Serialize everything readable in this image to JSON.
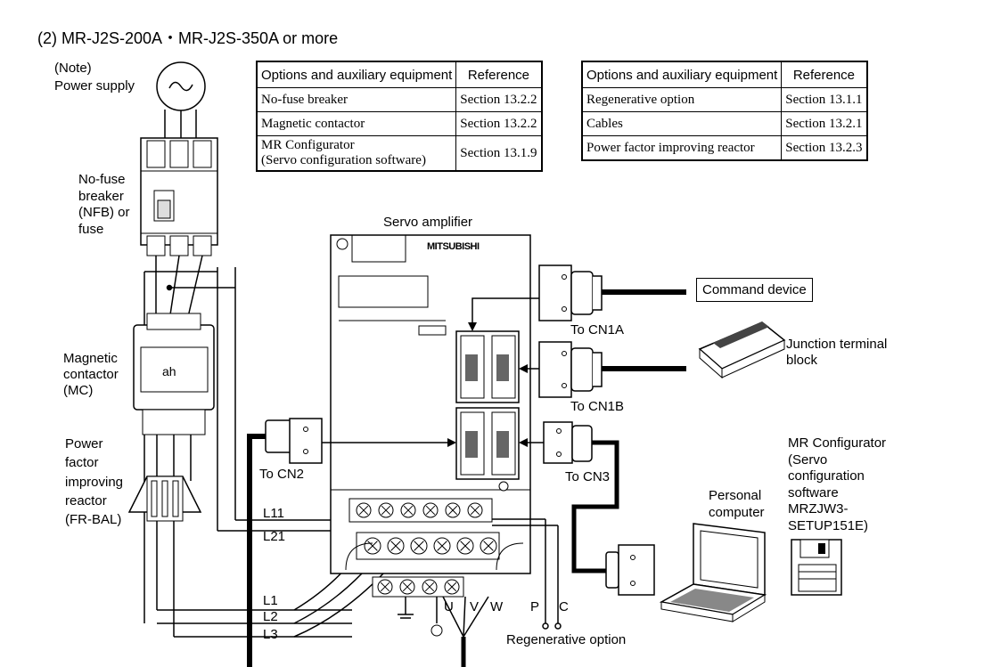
{
  "title": "(2) MR-J2S-200A・MR-J2S-350A or more",
  "table1": {
    "headers": [
      "Options and auxiliary equipment",
      "Reference"
    ],
    "rows": [
      {
        "item": "No-fuse breaker",
        "ref": "Section 13.2.2"
      },
      {
        "item": "Magnetic contactor",
        "ref": "Section 13.2.2"
      },
      {
        "item": "MR Configurator",
        "item2": "(Servo configuration software)",
        "ref": "Section 13.1.9"
      }
    ]
  },
  "table2": {
    "headers": [
      "Options and auxiliary equipment",
      "Reference"
    ],
    "rows": [
      {
        "item": "Regenerative option",
        "ref": "Section 13.1.1"
      },
      {
        "item": "Cables",
        "ref": "Section 13.2.1"
      },
      {
        "item": "Power factor improving reactor",
        "ref": "Section 13.2.3"
      }
    ]
  },
  "labels": {
    "note": "(Note)",
    "power_supply": "Power supply",
    "nfb": [
      "No-fuse",
      "breaker",
      "(NFB) or",
      "fuse"
    ],
    "mc": [
      "Magnetic",
      "contactor",
      "(MC)"
    ],
    "reactor": [
      "Power",
      "factor",
      "improving",
      "reactor",
      "(FR-BAL)"
    ],
    "servo_amplifier": "Servo amplifier",
    "brand": "MITSUBISHI",
    "command_device": "Command device",
    "to_cn1a": "To CN1A",
    "to_cn1b": "To CN1B",
    "to_cn2": "To CN2",
    "to_cn3": "To CN3",
    "junction": [
      "Junction terminal",
      "block"
    ],
    "personal_computer": [
      "Personal",
      "computer"
    ],
    "mr_config": [
      "MR Configurator",
      "(Servo",
      "configuration",
      "software",
      "MRZJW3-",
      "SETUP151E)"
    ],
    "l11": "L11",
    "l21": "L21",
    "l1": "L1",
    "l2": "L2",
    "l3": "L3",
    "u": "U",
    "v": "V",
    "w": "W",
    "p": "P",
    "c": "C",
    "regen_option": "Regenerative option"
  }
}
